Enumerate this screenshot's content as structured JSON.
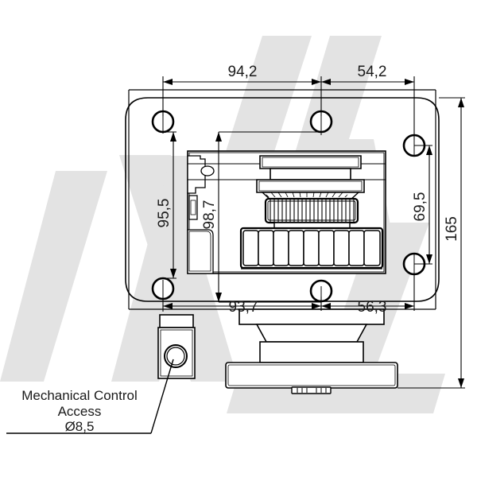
{
  "drawing": {
    "title": "Mechanical actuator mounting plate - top view with dimensions",
    "units": "mm",
    "decimal_separator": ",",
    "line_color": "#000000",
    "fill_color": "#ffffff",
    "watermark_color": "#e2e2e2"
  },
  "dimensions": {
    "top_left": "94,2",
    "top_right": "54,2",
    "bottom_left": "93,7",
    "bottom_right": "56,3",
    "left_outer": "95,5",
    "left_inner": "98,7",
    "right_inner": "69,5",
    "right_outer": "165"
  },
  "annotation": {
    "line1": "Mechanical Control",
    "line2": "Access",
    "line3": "Ø8,5"
  },
  "features": {
    "mounting_holes": 6,
    "knurl_teeth": 26,
    "rib_segments": 9,
    "lug_hole_label": "mechanical-control-access-hole"
  }
}
